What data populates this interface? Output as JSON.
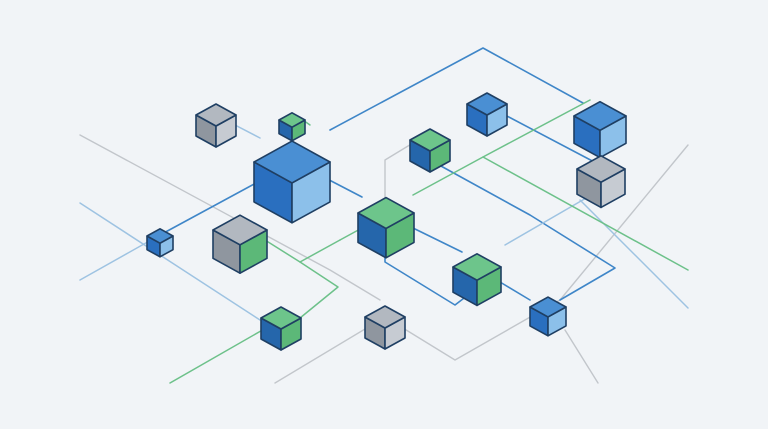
{
  "palette": {
    "background": "#f1f4f7",
    "line_blue": "#3f86c8",
    "line_blue_light": "#9ec3e2",
    "line_green": "#6dc18a",
    "line_gray": "#c2c6cb",
    "outline": "#1f3f63",
    "blue_top": "#4a8fd3",
    "blue_left": "#2a6fbf",
    "blue_right": "#8cc0ea",
    "green_top": "#6dc58b",
    "green_left": "#2566ab",
    "green_right": "#5cb878",
    "gray_top": "#b2b8c0",
    "gray_left": "#8f969f",
    "gray_right": "#c6cbd2",
    "gray_green_right": "#5cb878"
  },
  "nodes": [
    {
      "id": "gray-top-left",
      "scheme": "gray"
    },
    {
      "id": "small-green-top",
      "scheme": "green"
    },
    {
      "id": "large-blue-main",
      "scheme": "blue"
    },
    {
      "id": "small-blue-left",
      "scheme": "blue"
    },
    {
      "id": "gray-green-mid-left",
      "scheme": "gray_green"
    },
    {
      "id": "green-center-hub",
      "scheme": "green"
    },
    {
      "id": "green-top-middle",
      "scheme": "green"
    },
    {
      "id": "blue-top-right-small",
      "scheme": "blue"
    },
    {
      "id": "blue-top-right-large",
      "scheme": "blue"
    },
    {
      "id": "gray-right",
      "scheme": "gray"
    },
    {
      "id": "green-lower-left",
      "scheme": "green"
    },
    {
      "id": "gray-lower-middle",
      "scheme": "gray"
    },
    {
      "id": "green-lower-center",
      "scheme": "green"
    },
    {
      "id": "blue-lower-right",
      "scheme": "blue"
    }
  ]
}
